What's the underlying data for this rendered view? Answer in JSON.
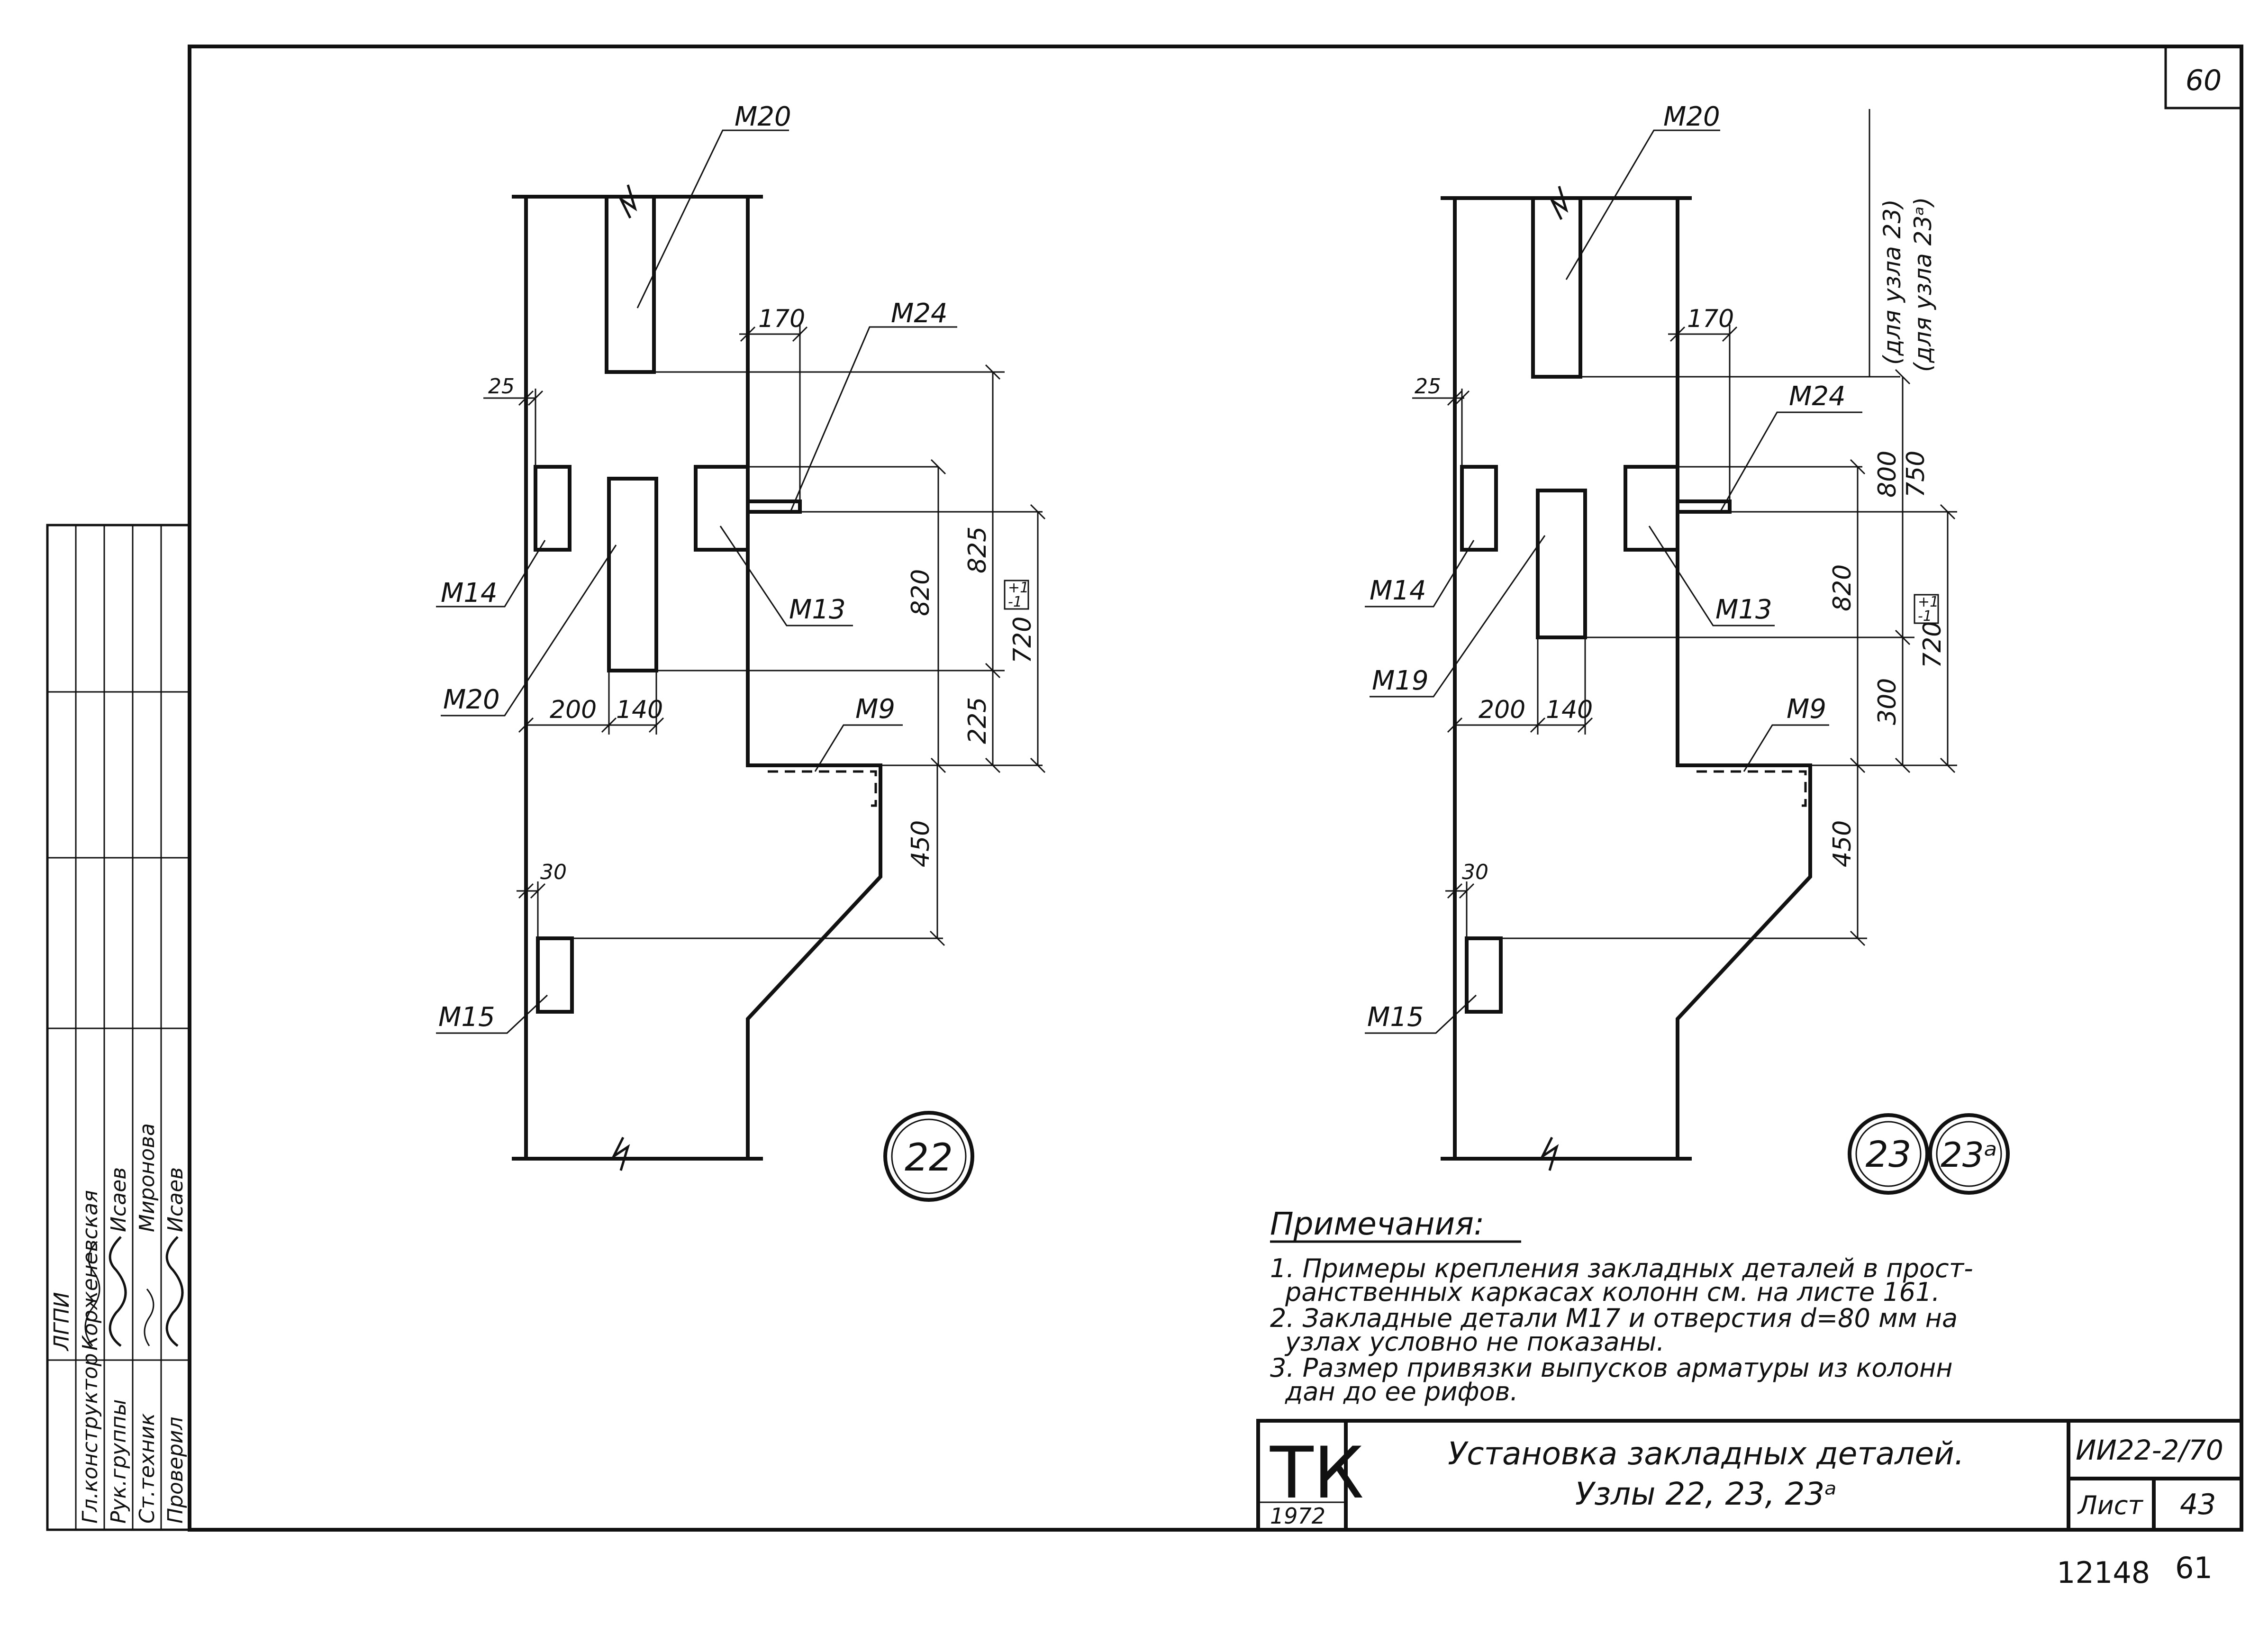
{
  "sheet": {
    "corner_number": "60",
    "footer_left": "12148",
    "footer_right": "61"
  },
  "side_stamp": {
    "org": "ЛГПИ",
    "rows": [
      {
        "role": "Гл.конструктор",
        "name": "Корженевская"
      },
      {
        "role": "Рук.группы",
        "name": "Исаев"
      },
      {
        "role": "Ст.техник",
        "name": "Миронова"
      },
      {
        "role": "Проверил",
        "name": "Исаев"
      }
    ]
  },
  "node22": {
    "marks": {
      "m20_top": "М20",
      "m24": "М24",
      "m14": "М14",
      "m13": "М13",
      "m20_mid": "М20",
      "m9": "М9",
      "m15": "М15"
    },
    "dims": {
      "d25": "25",
      "d170": "170",
      "d820": "820",
      "d825": "825",
      "d720": "720",
      "tol": "+1",
      "tol2": "-1",
      "d225": "225",
      "d200": "200",
      "d140": "140",
      "d450": "450",
      "d30": "30"
    },
    "badge": "22"
  },
  "node23": {
    "marks": {
      "m20_top": "М20",
      "m24": "М24",
      "m14": "М14",
      "m13": "М13",
      "m19": "М19",
      "m9": "М9",
      "m15": "М15"
    },
    "dims": {
      "d25": "25",
      "d170": "170",
      "d800": "800",
      "d750": "750",
      "d820": "820",
      "d720": "720",
      "tol": "+1",
      "tol2": "-1",
      "d300": "300",
      "d200": "200",
      "d140": "140",
      "d450": "450",
      "d30": "30"
    },
    "note_a": "(для узла 23)",
    "note_b": "(для узла 23ᵃ)",
    "badge_a": "23",
    "badge_b": "23ᵃ"
  },
  "notes": {
    "title": "Примечания:",
    "items": [
      "1. Примеры крепления закладных деталей в прост-",
      "ранственных каркасах колонн см. на листе 161.",
      "2. Закладные детали М17 и отверстия d=80 мм на",
      "узлах условно не показаны.",
      "3. Размер привязки выпусков арматуры из колонн",
      "дан до ее рифов."
    ]
  },
  "title_block": {
    "logo": "ТК",
    "year": "1972",
    "title_line1": "Установка закладных деталей.",
    "title_line2": "Узлы 22, 23, 23ᵃ",
    "code": "ИИ22-2/70",
    "sheet_label": "Лист",
    "sheet_no": "43"
  }
}
